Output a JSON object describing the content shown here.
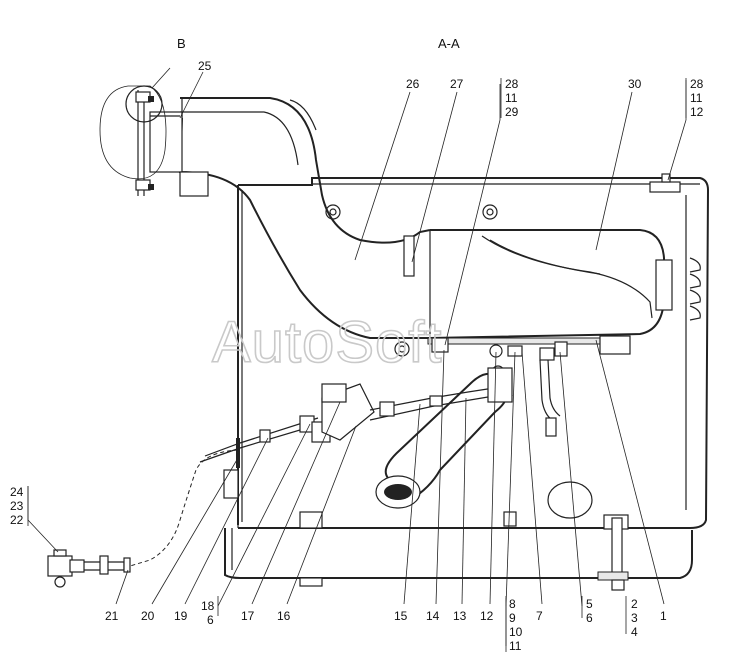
{
  "section_label": "A-A",
  "detail_label": "B",
  "watermark": "AutoSoft",
  "callouts": {
    "c25": "25",
    "c26": "26",
    "c27": "27",
    "c30": "30",
    "stack_top_left": [
      "28",
      "11",
      "29"
    ],
    "stack_top_right": [
      "28",
      "11",
      "12"
    ],
    "stack_left": [
      "24",
      "23",
      "22"
    ],
    "b21": "21",
    "b20": "20",
    "b19": "19",
    "b18_6": [
      "18",
      "6"
    ],
    "b17": "17",
    "b16": "16",
    "b15": "15",
    "b14": "14",
    "b13": "13",
    "b12": "12",
    "b8_11": [
      "8",
      "9",
      "10",
      "11"
    ],
    "b7": "7",
    "b5_6": [
      "5",
      "6"
    ],
    "b2_4": [
      "2",
      "3",
      "4"
    ],
    "b1": "1"
  }
}
